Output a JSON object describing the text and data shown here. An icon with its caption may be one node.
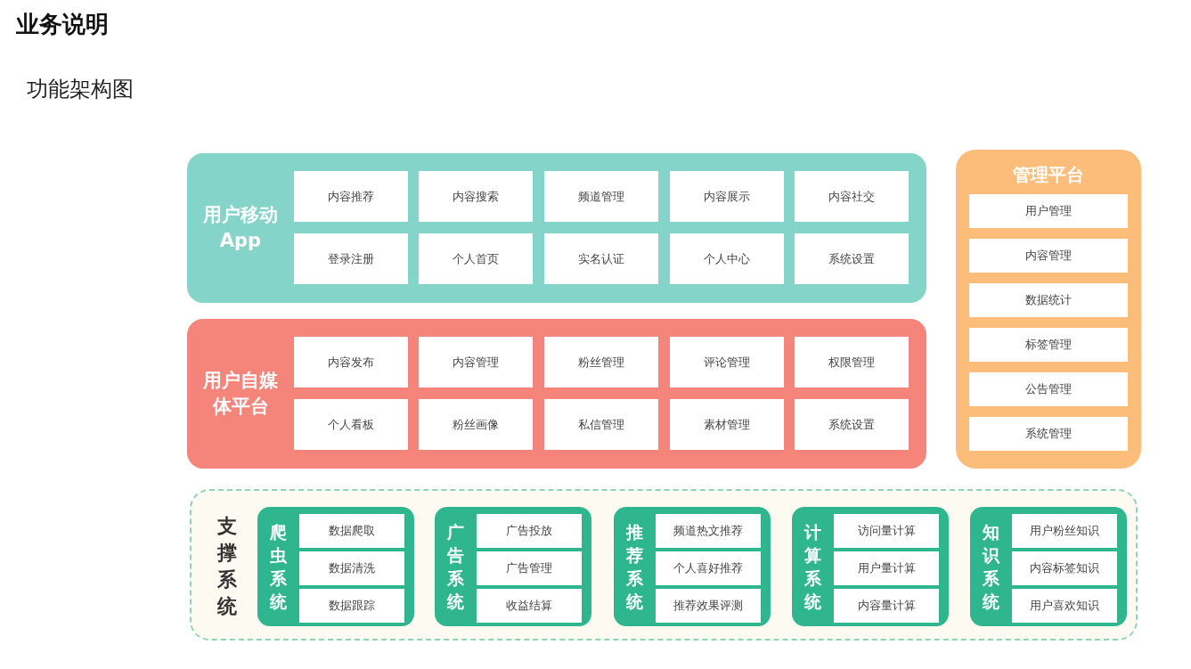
{
  "diagram": {
    "title": "业务说明",
    "nodes": [
      {
        "text": [
          "用户移动App"
        ]
      },
      {
        "text": [
          "内容推荐"
        ],
        "in": 0
      },
      {
        "text": [
          "内容搜索"
        ],
        "in": 0
      },
      {
        "text": [
          "频道管理"
        ],
        "in": 0
      },
      {
        "text": [
          "内容展示"
        ],
        "in": 0
      },
      {
        "text": [
          "内容社交"
        ],
        "in": 0
      },
      {
        "text": [
          "登录注册"
        ],
        "in": 0
      },
      {
        "text": [
          "个人首页"
        ],
        "in": 0
      },
      {
        "text": [
          "实名认证"
        ],
        "in": 0
      },
      {
        "text": [
          "个人中心"
        ],
        "in": 0
      },
      {
        "text": [
          "系统设置"
        ],
        "in": 0
      },
      {
        "text": [
          "用户自媒体平台"
        ]
      },
      {
        "text": [
          "内容发布"
        ],
        "in": 11
      },
      {
        "text": [
          "内容管理"
        ],
        "in": 11
      },
      {
        "text": [
          "粉丝管理"
        ],
        "in": 11
      },
      {
        "text": [
          "评论管理"
        ],
        "in": 11
      },
      {
        "text": [
          "权限管理"
        ],
        "in": 11
      },
      {
        "text": [
          "个人看板"
        ],
        "in": 11
      },
      {
        "text": [
          "粉丝画像"
        ],
        "in": 11
      },
      {
        "text": [
          "私信管理"
        ],
        "in": 11
      },
      {
        "text": [
          "素材管理"
        ],
        "in": 11
      },
      {
        "text": [
          "系统设置"
        ],
        "in": 11
      },
      {
        "text": [
          "管理平台"
        ]
      },
      {
        "text": [
          "用户管理"
        ],
        "in": 22
      },
      {
        "text": [
          "内容管理"
        ],
        "in": 22
      },
      {
        "text": [
          "数据统计"
        ],
        "in": 22
      },
      {
        "text": [
          "标签管理"
        ],
        "in": 22
      },
      {
        "text": [
          "公告管理"
        ],
        "in": 22
      },
      {
        "text": [
          "系统管理"
        ],
        "in": 22
      },
      {
        "text": [
          "支撑系统"
        ]
      },
      {
        "text": [
          "爬虫系统"
        ],
        "in": 29
      },
      {
        "text": [
          "数据爬取"
        ],
        "in": 30
      },
      {
        "text": [
          "数据清洗"
        ],
        "in": 30
      },
      {
        "text": [
          "数据跟踪"
        ],
        "in": 30
      },
      {
        "text": [
          "广告系统"
        ],
        "in": 29
      },
      {
        "text": [
          "广告投放"
        ],
        "in": 34
      },
      {
        "text": [
          "广告管理"
        ],
        "in": 34
      },
      {
        "text": [
          "收益结算"
        ],
        "in": 34
      },
      {
        "text": [
          "推荐系统"
        ],
        "in": 29
      },
      {
        "text": [
          "频道热文推荐"
        ],
        "in": 38
      },
      {
        "text": [
          "个人喜好推荐"
        ],
        "in": 38
      },
      {
        "text": [
          "推荐效果评测"
        ],
        "in": 38
      },
      {
        "text": [
          "计算系统"
        ],
        "in": 29
      },
      {
        "text": [
          "访问量计算"
        ],
        "in": 42
      },
      {
        "text": [
          "用户量计算"
        ],
        "in": 42
      },
      {
        "text": [
          "内容量计算"
        ],
        "in": 42
      },
      {
        "text": [
          "知识系统"
        ],
        "in": 29
      },
      {
        "text": [
          "用户粉丝知识"
        ],
        "in": 46
      },
      {
        "text": [
          "内容标签知识"
        ],
        "in": 46
      },
      {
        "text": [
          "用户喜欢知识"
        ],
        "in": 46
      }
    ],
    "labels": [
      "功能架构图"
    ]
  }
}
